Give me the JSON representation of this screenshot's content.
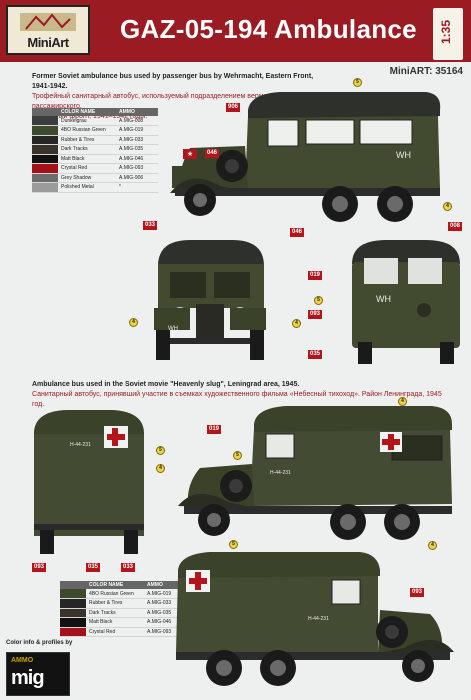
{
  "header": {
    "brand": "MiniArt",
    "title": "GAZ-05-194 Ambulance",
    "scale": "1:35",
    "product_code": "MiniART: 35164"
  },
  "section1": {
    "en": "Former Soviet ambulance bus used by passenger bus by Wehrmacht, Eastern Front, 1941-1942.",
    "ru1": "Трофейный санитарный автобус, используемый подразделением вермахта в качестве пассажирского.",
    "ru2": "Восточный фронт, 1941–1942 годы."
  },
  "section2": {
    "en": "Ambulance bus used in the Soviet movie \"Heavenly slug\", Leningrad area, 1945.",
    "ru": "Санитарный автобус, принявший участие в съемках художественного фильма «Небесный тихоход». Район Ленинграда, 1945 год."
  },
  "table1": {
    "header_name": "COLOR NAME",
    "header_code": "AMMO",
    "rows": [
      {
        "name": "Dunkelgrau",
        "code": "A.MIG-008",
        "color": "#3a3e3c"
      },
      {
        "name": "4BO Russian Green",
        "code": "A.MIG-019",
        "color": "#3e4a2c"
      },
      {
        "name": "Rubber & Tires",
        "code": "A.MIG-033",
        "color": "#262626"
      },
      {
        "name": "Dark Tracks",
        "code": "A.MIG-035",
        "color": "#3a332c"
      },
      {
        "name": "Matt Black",
        "code": "A.MIG-046",
        "color": "#111111"
      },
      {
        "name": "Crystal Red",
        "code": "A.MIG-093",
        "color": "#a31219"
      },
      {
        "name": "Grey Shadow",
        "code": "A.MIG-906",
        "color": "#6c6e6e"
      },
      {
        "name": "Polished Metal",
        "code": "*",
        "color": "#9b9b9b"
      }
    ]
  },
  "table2": {
    "header_name": "COLOR NAME",
    "header_code": "AMMO",
    "rows": [
      {
        "name": "4BO Russian Green",
        "code": "A.MIG-019",
        "color": "#3e4a2c"
      },
      {
        "name": "Rubber & Tires",
        "code": "A.MIG-033",
        "color": "#262626"
      },
      {
        "name": "Dark Tracks",
        "code": "A.MIG-035",
        "color": "#3a332c"
      },
      {
        "name": "Matt Black",
        "code": "A.MIG-046",
        "color": "#111111"
      },
      {
        "name": "Crystal Red",
        "code": "A.MIG-093",
        "color": "#a31219"
      }
    ]
  },
  "markings": {
    "wh": "WH",
    "plate": "Н-44-231"
  },
  "callouts": {
    "c906": "906",
    "c046": "046",
    "c033": "033",
    "c008": "008",
    "c019": "019",
    "c093": "093",
    "c035": "035",
    "n4": "4",
    "n5": "5"
  },
  "footer": {
    "credit": "Color info & profiles by",
    "ammo_label": "AMMO",
    "mig_label": "mig"
  },
  "colors": {
    "brand_red": "#9a1c22",
    "truck_green": "#424b30",
    "roof_dark": "#2d302b"
  }
}
